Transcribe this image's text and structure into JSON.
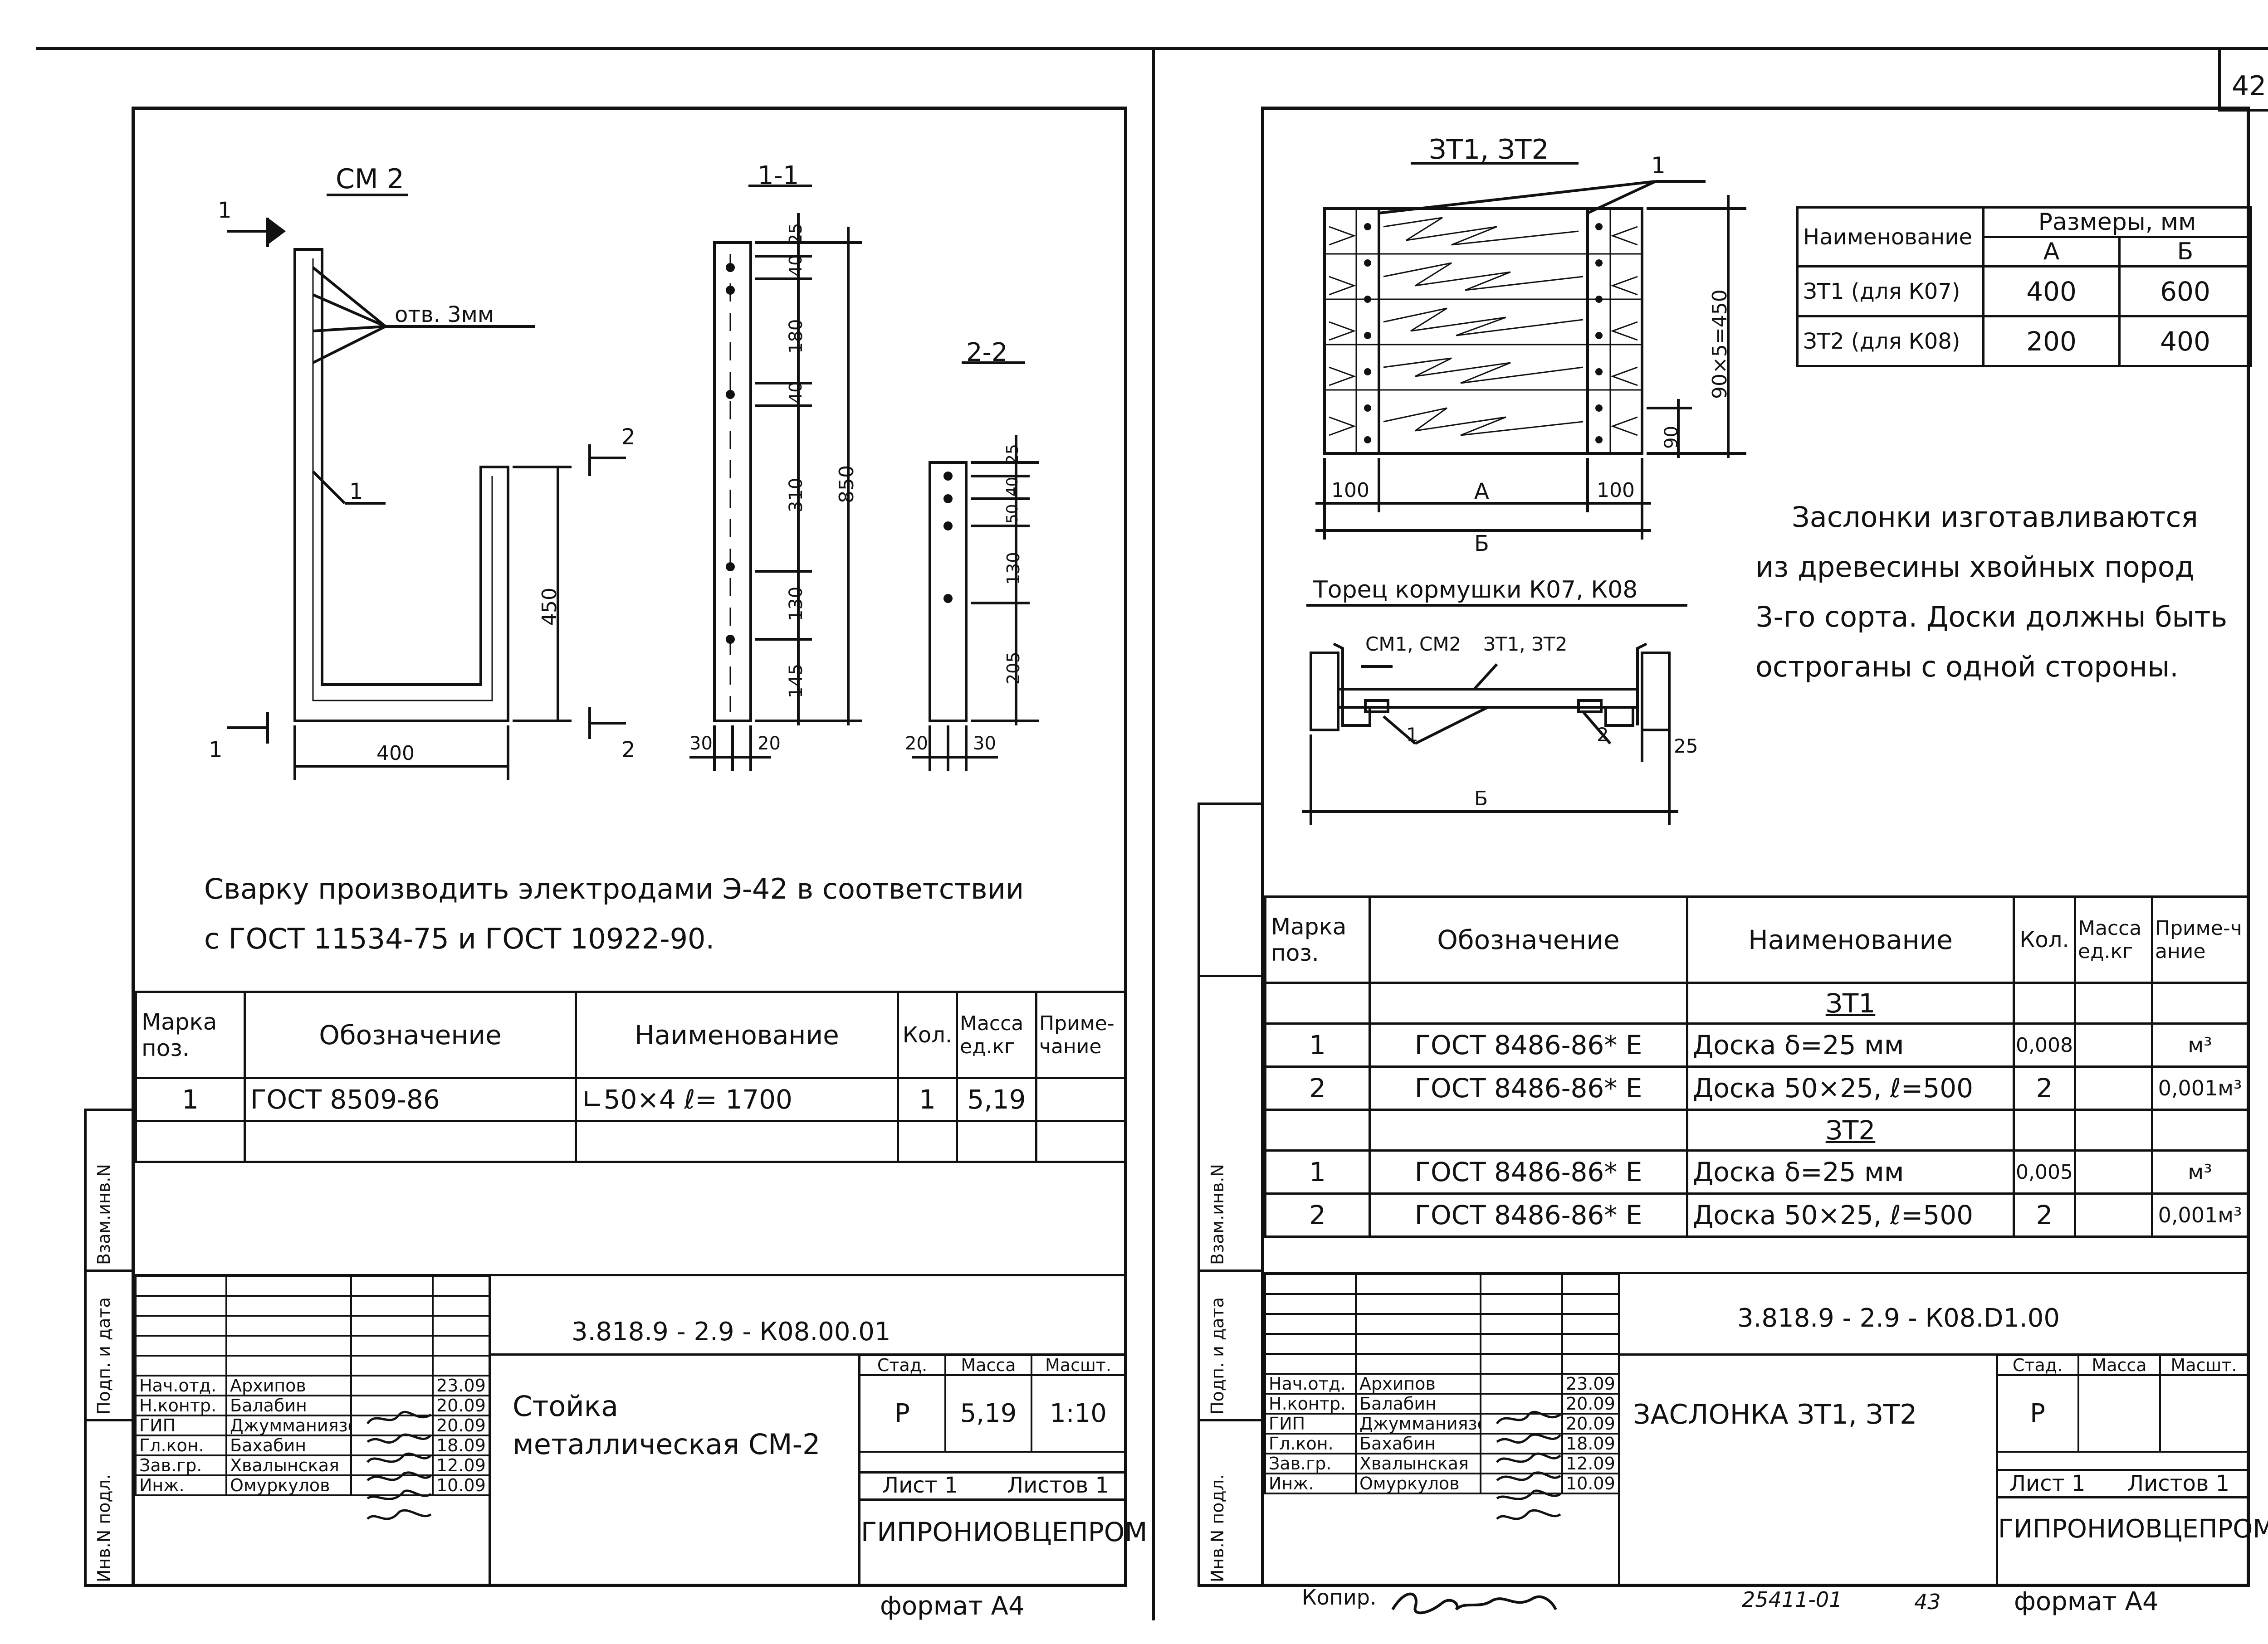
{
  "page_number": "42",
  "footer": {
    "inv_no": "25411-01",
    "print_no": "43",
    "copied_label": "Копир."
  },
  "side_columns": [
    "Инв.N подл.",
    "Подп. и дата",
    "Взам.инв.N"
  ],
  "left": {
    "view_title": "СМ 2",
    "section1": "1-1",
    "section2": "2-2",
    "hole_label": "отв. 3мм",
    "pos1": "1",
    "cut_mark_1": "1",
    "cut_mark_2": "2",
    "dims_main": {
      "width": "400",
      "height": "450"
    },
    "dims_s1": [
      "25",
      "40",
      "180",
      "40",
      "310",
      "130",
      "145",
      "850",
      "30",
      "20"
    ],
    "dims_s2": [
      "25",
      "40",
      "50",
      "130",
      "205",
      "20",
      "30"
    ],
    "note_line1": "Сварку производить электродами Э-42 в соответствии",
    "note_line2": "с ГОСТ 11534-75 и ГОСТ 10922-90.",
    "spec": {
      "headers": [
        "Марка поз.",
        "Обозначение",
        "Наименование",
        "Кол.",
        "Масса ед.кг",
        "Приме-чание"
      ],
      "rows": [
        [
          "1",
          "ГОСТ 8509-86",
          "∟50×4  ℓ= 1700",
          "1",
          "5,19",
          ""
        ]
      ]
    },
    "title_block": {
      "code": "3.818.9 - 2.9 -     К08.00.01",
      "name": "Стойка металлическая  СМ-2",
      "stage_label": "Стад.",
      "mass_label": "Масса",
      "scale_label": "Масшт.",
      "stage": "Р",
      "mass": "5,19",
      "scale": "1:10",
      "sheet": "Лист 1",
      "sheets": "Листов 1",
      "org": "ГИПРОНИОВЦЕПРОМ",
      "people": [
        [
          "Нач.отд.",
          "Архипов",
          "23.09"
        ],
        [
          "Н.контр.",
          "Балабин",
          "20.09"
        ],
        [
          "ГИП",
          "Джумманиязов",
          "20.09"
        ],
        [
          "Гл.кон.",
          "Бахабин",
          "18.09"
        ],
        [
          "Зав.гр.",
          "Хвалынская",
          "12.09"
        ],
        [
          "Инж.",
          "Омуркулов",
          "10.09"
        ]
      ]
    },
    "format": "формат А4"
  },
  "right": {
    "view_title": "ЗТ1, ЗТ2",
    "pos1": "1",
    "dims": {
      "left": "100",
      "middle": "А",
      "right": "100",
      "total": "Б",
      "height": "90×5=450",
      "row": "90"
    },
    "table": {
      "header_name": "Наименование",
      "header_sizes": "Размеры,  мм",
      "col_a": "А",
      "col_b": "Б",
      "rows": [
        [
          "ЗТ1 (для К07)",
          "400",
          "600"
        ],
        [
          "ЗТ2 (для К08)",
          "200",
          "400"
        ]
      ]
    },
    "note_lines": [
      "Заслонки изготавливаются",
      "из древесины хвойных пород",
      "3-го сорта. Доски должны быть",
      "остроганы с одной стороны."
    ],
    "end_title": "Торец кормушки К07, К08",
    "end_labels": {
      "cm": "СМ1, СМ2",
      "zt": "ЗТ1, ЗТ2",
      "p1": "1",
      "p2": "2",
      "d25": "25",
      "total": "Б"
    },
    "spec": {
      "headers": [
        "Марка поз.",
        "Обозначение",
        "Наименование",
        "Кол.",
        "Масса ед.кг",
        "Приме-чание"
      ],
      "group1": "ЗТ1",
      "group2": "ЗТ2",
      "rows1": [
        [
          "1",
          "ГОСТ 8486-86* Е",
          "Доска δ=25 мм",
          "0,008",
          "",
          "м³"
        ],
        [
          "2",
          "ГОСТ 8486-86* Е",
          "Доска 50×25, ℓ=500",
          "2",
          "",
          "0,001м³"
        ]
      ],
      "rows2": [
        [
          "1",
          "ГОСТ 8486-86* Е",
          "Доска δ=25 мм",
          "0,005",
          "",
          "м³"
        ],
        [
          "2",
          "ГОСТ 8486-86* Е",
          "Доска 50×25, ℓ=500",
          "2",
          "",
          "0,001м³"
        ]
      ]
    },
    "title_block": {
      "code": "3.818.9 - 2.9 -     К08.D1.00",
      "name": "ЗАСЛОНКА  ЗТ1, ЗТ2",
      "stage_label": "Стад.",
      "mass_label": "Масса",
      "scale_label": "Масшт.",
      "stage": "Р",
      "mass": "",
      "scale": "",
      "sheet": "Лист 1",
      "sheets": "Листов 1",
      "org": "ГИПРОНИОВЦЕПРОМ",
      "people": [
        [
          "Нач.отд.",
          "Архипов",
          "23.09"
        ],
        [
          "Н.контр.",
          "Балабин",
          "20.09"
        ],
        [
          "ГИП",
          "Джумманиязов",
          "20.09"
        ],
        [
          "Гл.кон.",
          "Бахабин",
          "18.09"
        ],
        [
          "Зав.гр.",
          "Хвалынская",
          "12.09"
        ],
        [
          "Инж.",
          "Омуркулов",
          "10.09"
        ]
      ]
    },
    "format": "формат А4"
  }
}
